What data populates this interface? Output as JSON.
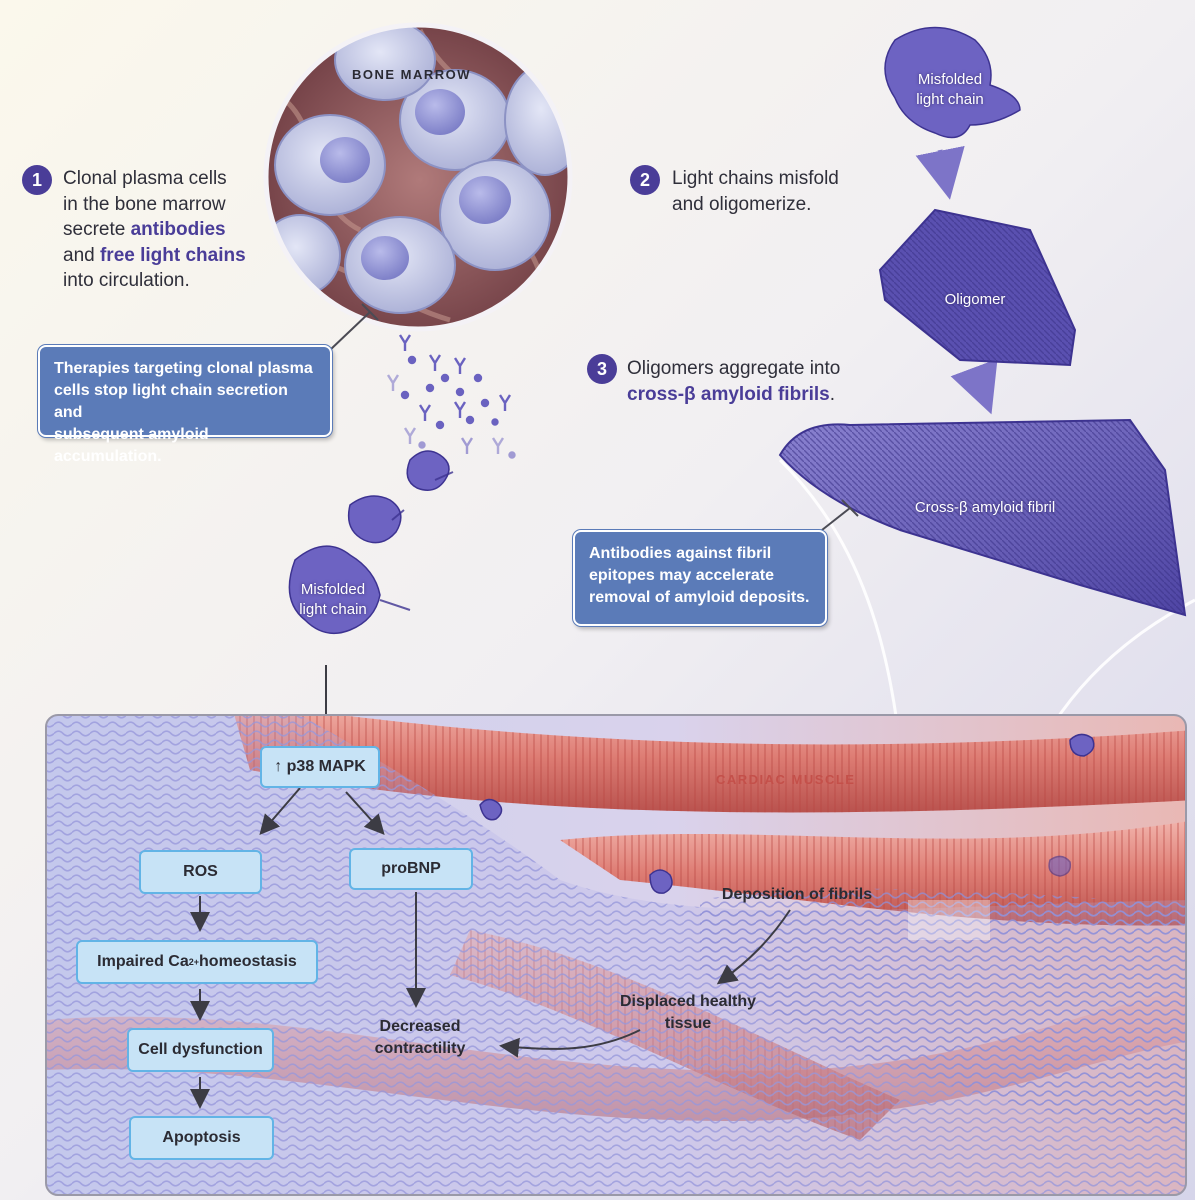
{
  "bone_marrow_title": "BONE MARROW",
  "cardiac_title": "CARDIAC MUSCLE",
  "step1": {
    "number": "1",
    "line1": "Clonal plasma cells",
    "line2": "in the bone marrow",
    "line3_pre": "secrete ",
    "line3_hl": "antibodies",
    "line4_pre": "and ",
    "line4_hl": "free light chains",
    "line5": "into circulation."
  },
  "step2": {
    "number": "2",
    "line1": "Light chains misfold",
    "line2": "and oligomerize."
  },
  "step3": {
    "number": "3",
    "line1": "Oligomers aggregate into",
    "line2_hl": "cross-β amyloid fibrils",
    "line2_post": "."
  },
  "callout_therapies": {
    "line1": "Therapies targeting clonal plasma",
    "line2": "cells stop light chain secretion and",
    "line3": "subsequent amyloid accumulation."
  },
  "callout_antibodies": {
    "line1": "Antibodies against fibril",
    "line2": "epitopes may accelerate",
    "line3": "removal of amyloid deposits."
  },
  "labels": {
    "misfolded_top_1": "Misfolded",
    "misfolded_top_2": "light chain",
    "oligomer": "Oligomer",
    "fibril": "Cross-β amyloid fibril",
    "misfolded_mid_1": "Misfolded",
    "misfolded_mid_2": "light chain"
  },
  "pathway": {
    "p38": "↑ p38 MAPK",
    "ros": "ROS",
    "probnp": "proBNP",
    "impaired_pre": "Impaired Ca",
    "impaired_sup": "2+",
    "impaired_post": " homeostasis",
    "cell_dysfunction": "Cell dysfunction",
    "apoptosis": "Apoptosis",
    "decreased_1": "Decreased",
    "decreased_2": "contractility",
    "deposition": "Deposition of fibrils",
    "displaced_1": "Displaced healthy",
    "displaced_2": "tissue"
  },
  "colors": {
    "accent": "#4a3d98",
    "callout": "#5b7bb8",
    "box_fill": "#c7e3f6",
    "box_border": "#62b4e6",
    "muscle": "#d9736b",
    "cardiac_title": "#c4504a"
  }
}
